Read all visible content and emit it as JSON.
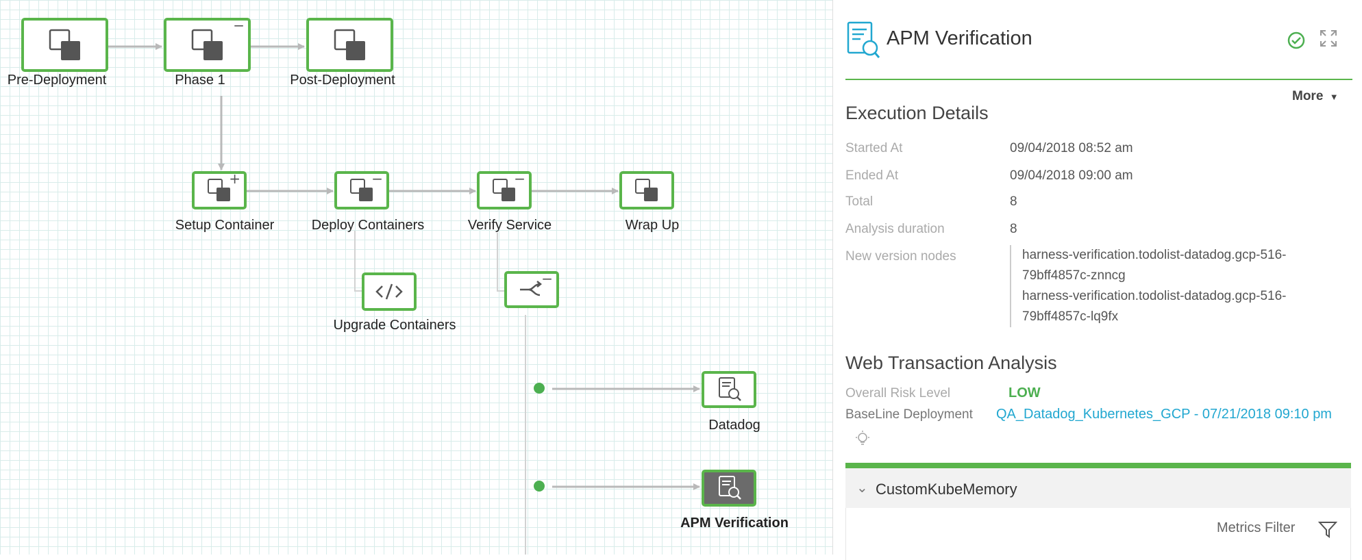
{
  "workflow": {
    "nodes": {
      "pre_deployment": "Pre-Deployment",
      "phase1": "Phase 1",
      "post_deployment": "Post-Deployment",
      "setup_container": "Setup Container",
      "deploy_containers": "Deploy Containers",
      "verify_service": "Verify Service",
      "wrap_up": "Wrap Up",
      "upgrade_containers": "Upgrade Containers",
      "datadog": "Datadog",
      "apm_verification": "APM Verification"
    },
    "toggles": {
      "collapse": "−",
      "expand": "+"
    },
    "colors": {
      "node_border": "#5ab54b",
      "connector": "#b9b9b9",
      "status_dot": "#4caf50",
      "selected_node_fill": "#6b6b6b"
    }
  },
  "panel": {
    "title": "APM Verification",
    "title_icon": "apm-verification-icon",
    "status_icon": "check-circle-icon",
    "expand_icon": "expand-icon",
    "more_label": "More",
    "execution_details": {
      "heading": "Execution Details",
      "started_at_label": "Started At",
      "started_at": "09/04/2018 08:52 am",
      "ended_at_label": "Ended At",
      "ended_at": "09/04/2018 09:00 am",
      "total_label": "Total",
      "total": "8",
      "analysis_duration_label": "Analysis duration",
      "analysis_duration": "8",
      "new_version_nodes_label": "New version nodes",
      "new_version_nodes": [
        "harness-verification.todolist-datadog.gcp-516-79bff4857c-znncg",
        "harness-verification.todolist-datadog.gcp-516-79bff4857c-lq9fx"
      ]
    },
    "web_transaction": {
      "heading": "Web Transaction Analysis",
      "risk_label": "Overall Risk Level",
      "risk_value": "LOW",
      "baseline_label": "BaseLine Deployment",
      "baseline_value": "QA_Datadog_Kubernetes_GCP - 07/21/2018 09:10 pm",
      "bulb_icon": "lightbulb-icon"
    },
    "metric": {
      "name": "CustomKubeMemory",
      "filter_label": "Metrics Filter",
      "filter_icon": "funnel-icon"
    },
    "colors": {
      "accent": "#5ab54b",
      "link": "#21a7d0",
      "risk_low": "#4caf50",
      "title_icon": "#21a7d0"
    }
  }
}
